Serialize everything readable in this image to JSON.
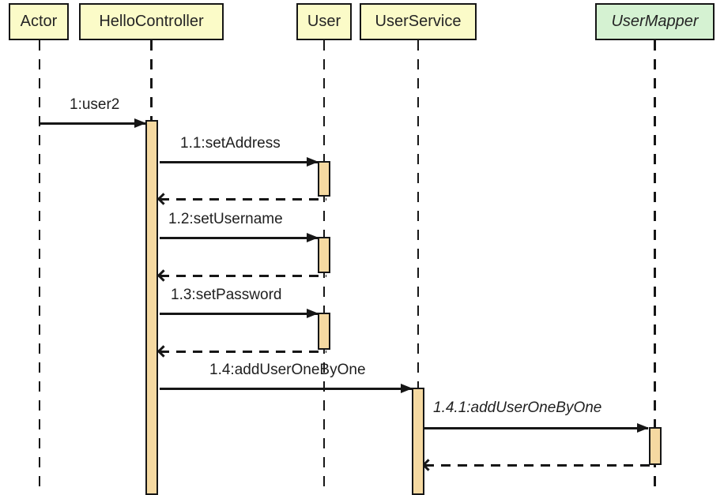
{
  "diagram": {
    "type": "uml-sequence-diagram",
    "participants": [
      {
        "name": "Actor",
        "kind": "object",
        "fill": "#FBFBC8",
        "italic": false
      },
      {
        "name": "HelloController",
        "kind": "object",
        "fill": "#FBFBC8",
        "italic": false
      },
      {
        "name": "User",
        "kind": "object",
        "fill": "#FBFBC8",
        "italic": false
      },
      {
        "name": "UserService",
        "kind": "object",
        "fill": "#FBFBC8",
        "italic": false
      },
      {
        "name": "UserMapper",
        "kind": "interface",
        "fill": "#D5F2D2",
        "italic": true
      }
    ],
    "messages": [
      {
        "label": "1:user2",
        "from": "Actor",
        "to": "HelloController",
        "type": "call",
        "line": "solid",
        "italic": false
      },
      {
        "label": "1.1:setAddress",
        "from": "HelloController",
        "to": "User",
        "type": "call",
        "line": "solid",
        "italic": false
      },
      {
        "label": "",
        "from": "User",
        "to": "HelloController",
        "type": "return",
        "line": "dashed",
        "italic": false
      },
      {
        "label": "1.2:setUsername",
        "from": "HelloController",
        "to": "User",
        "type": "call",
        "line": "solid",
        "italic": false
      },
      {
        "label": "",
        "from": "User",
        "to": "HelloController",
        "type": "return",
        "line": "dashed",
        "italic": false
      },
      {
        "label": "1.3:setPassword",
        "from": "HelloController",
        "to": "User",
        "type": "call",
        "line": "solid",
        "italic": false
      },
      {
        "label": "",
        "from": "User",
        "to": "HelloController",
        "type": "return",
        "line": "dashed",
        "italic": false
      },
      {
        "label": "1.4:addUserOneByOne",
        "from": "HelloController",
        "to": "UserService",
        "type": "call",
        "line": "solid",
        "italic": false
      },
      {
        "label": "1.4.1:addUserOneByOne",
        "from": "UserService",
        "to": "UserMapper",
        "type": "call",
        "line": "solid",
        "italic": true
      },
      {
        "label": "",
        "from": "UserMapper",
        "to": "UserService",
        "type": "return",
        "line": "dashed",
        "italic": false
      }
    ],
    "colors": {
      "participant_fill": "#FBFBC8",
      "interface_fill": "#D5F2D2",
      "activation_fill": "#F5D9A1",
      "line": "#161616",
      "text": "#1F1F1F",
      "background": "#FFFFFF"
    }
  }
}
